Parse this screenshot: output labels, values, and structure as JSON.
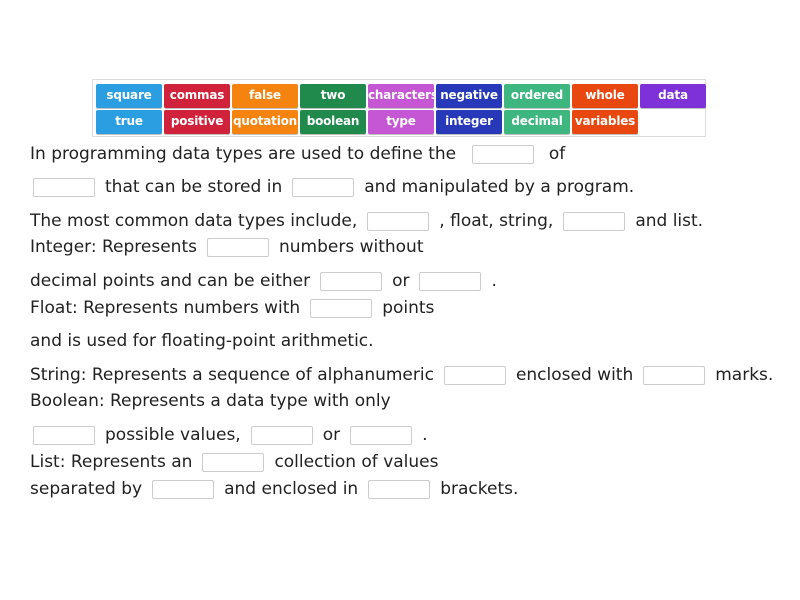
{
  "tiles": [
    {
      "label": "square",
      "color": "#2b9ee1"
    },
    {
      "label": "commas",
      "color": "#d0223b"
    },
    {
      "label": "false",
      "color": "#f5830f"
    },
    {
      "label": "two",
      "color": "#1f8a4c"
    },
    {
      "label": "characters",
      "color": "#c556d4"
    },
    {
      "label": "negative",
      "color": "#2739b8"
    },
    {
      "label": "ordered",
      "color": "#3db77f"
    },
    {
      "label": "whole",
      "color": "#e8480f"
    },
    {
      "label": "data",
      "color": "#7e31d8"
    },
    {
      "label": "true",
      "color": "#2b9ee1"
    },
    {
      "label": "positive",
      "color": "#d0223b"
    },
    {
      "label": "quotation",
      "color": "#f5830f"
    },
    {
      "label": "boolean",
      "color": "#1f8a4c"
    },
    {
      "label": "type",
      "color": "#c556d4"
    },
    {
      "label": "integer",
      "color": "#2739b8"
    },
    {
      "label": "decimal",
      "color": "#3db77f"
    },
    {
      "label": "variables",
      "color": "#e8480f"
    }
  ],
  "lines": [
    {
      "parts": [
        "In programming data types are used to define the ",
        "_",
        " of"
      ]
    },
    {
      "parts": [
        "_",
        "that can be stored in",
        "_",
        "and manipulated by a program."
      ]
    },
    {
      "parts": [
        "The most common data types include,",
        "_",
        ", float, string,",
        "_",
        "and list."
      ]
    },
    {
      "parts": [
        "Integer: Represents",
        "_",
        "numbers without"
      ]
    },
    {
      "parts": [
        "decimal points and can be either",
        "_",
        "or",
        "_",
        "."
      ]
    },
    {
      "parts": [
        "Float: Represents numbers with",
        "_",
        "points"
      ]
    },
    {
      "parts": [
        "and is used for floating-point arithmetic."
      ]
    },
    {
      "parts": [
        "String: Represents a sequence of alphanumeric",
        "_",
        "enclosed with",
        "_",
        "marks."
      ]
    },
    {
      "parts": [
        "Boolean: Represents a data type with only"
      ]
    },
    {
      "parts": [
        "_",
        "possible values,",
        "_",
        "or",
        "_",
        "."
      ]
    },
    {
      "parts": [
        "List: Represents an",
        "_",
        "collection of values"
      ]
    },
    {
      "parts": [
        "separated by",
        "_",
        "and enclosed in",
        "_",
        "brackets."
      ]
    }
  ]
}
